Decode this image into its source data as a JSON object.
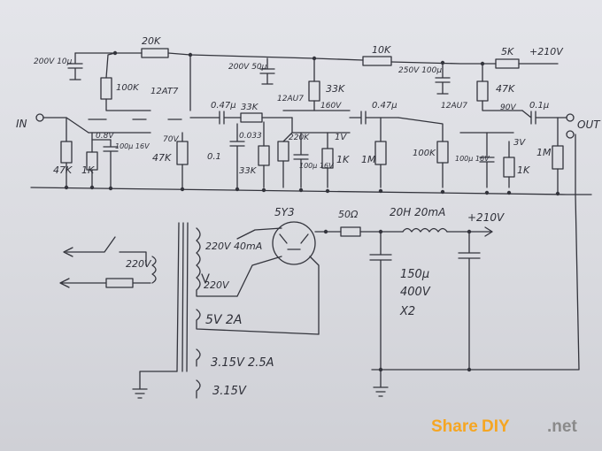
{
  "labels": {
    "input": "IN",
    "output": "OUT",
    "r_20k": "20K",
    "r_10k": "10K",
    "r_5k": "5K",
    "b_plus_210v": "+210V",
    "c_200v_10u": "200V 10μ",
    "c_200v_50u": "200V 50μ",
    "c_250v_100u": "250V 100μ",
    "r_100k_top": "100K",
    "tube_v1": "12AT7",
    "r_33k": "33K",
    "v_160": "160V",
    "tube_v2": "12AU7",
    "r_47k_top": "47K",
    "v_90": "90V",
    "c_047_a": "0.47μ",
    "r_33k_b": "33K",
    "c_047_b": "0.47μ",
    "c_01": "0.1μ",
    "c_01_b": "0.1",
    "r_47k_in": "47K",
    "r_1k_in": "1K",
    "v_08": "0.8V",
    "c_16v_100u": "100μ 16V",
    "v_70": "70V",
    "r_47k_grid": "47K",
    "c_0033": "0.033",
    "r_33k_c": "33K",
    "r_220k": "220K",
    "c_100u_16v": "100μ 16V",
    "v_1": "1V",
    "r_1k": "1K",
    "r_1m": "1M",
    "r_100k_b": "100K",
    "c_100u_16v_b": "100μ 16V",
    "v_3": "3V",
    "r_1k_b": "1K",
    "r_1m_out": "1M",
    "rect_tube": "5Y3",
    "r_50": "50Ω",
    "choke": "20H 20mA",
    "ps_plus_210v": "+210V",
    "sec_hv": "220V 40mA",
    "sec_hv_b": "220V",
    "pri_220v": "220V",
    "fil_5v": "5V 2A",
    "fil_315_a": "3.15V 2.5A",
    "fil_315_b": "3.15V",
    "cap_value": "150μ",
    "cap_voltage": "400V",
    "cap_qty": "X2"
  },
  "watermark": {
    "part1": "Share",
    "part2": "DIY",
    "part3": ".net",
    "color_primary": "#f5a623",
    "color_secondary": "#8a8a8a"
  }
}
